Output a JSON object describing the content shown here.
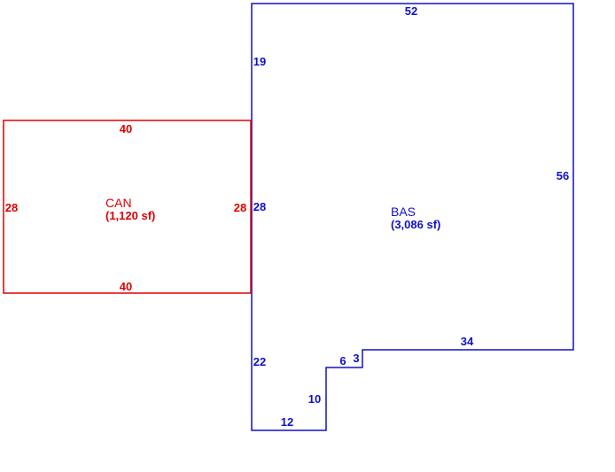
{
  "colors": {
    "bas": "#1010cc",
    "can": "#e00000",
    "background": "#ffffff"
  },
  "bas": {
    "code": "BAS",
    "area": "(3,086 sf)",
    "dims": {
      "top": "52",
      "right": "56",
      "step_top": "34",
      "step_short": "3",
      "step_mid": "6",
      "notch_vert": "10",
      "bottom": "12",
      "left_lower": "22",
      "left_mid": "28",
      "left_upper": "19"
    }
  },
  "can": {
    "code": "CAN",
    "area": "(1,120 sf)",
    "dims": {
      "top": "40",
      "bottom": "40",
      "left": "28",
      "right": "28"
    }
  }
}
